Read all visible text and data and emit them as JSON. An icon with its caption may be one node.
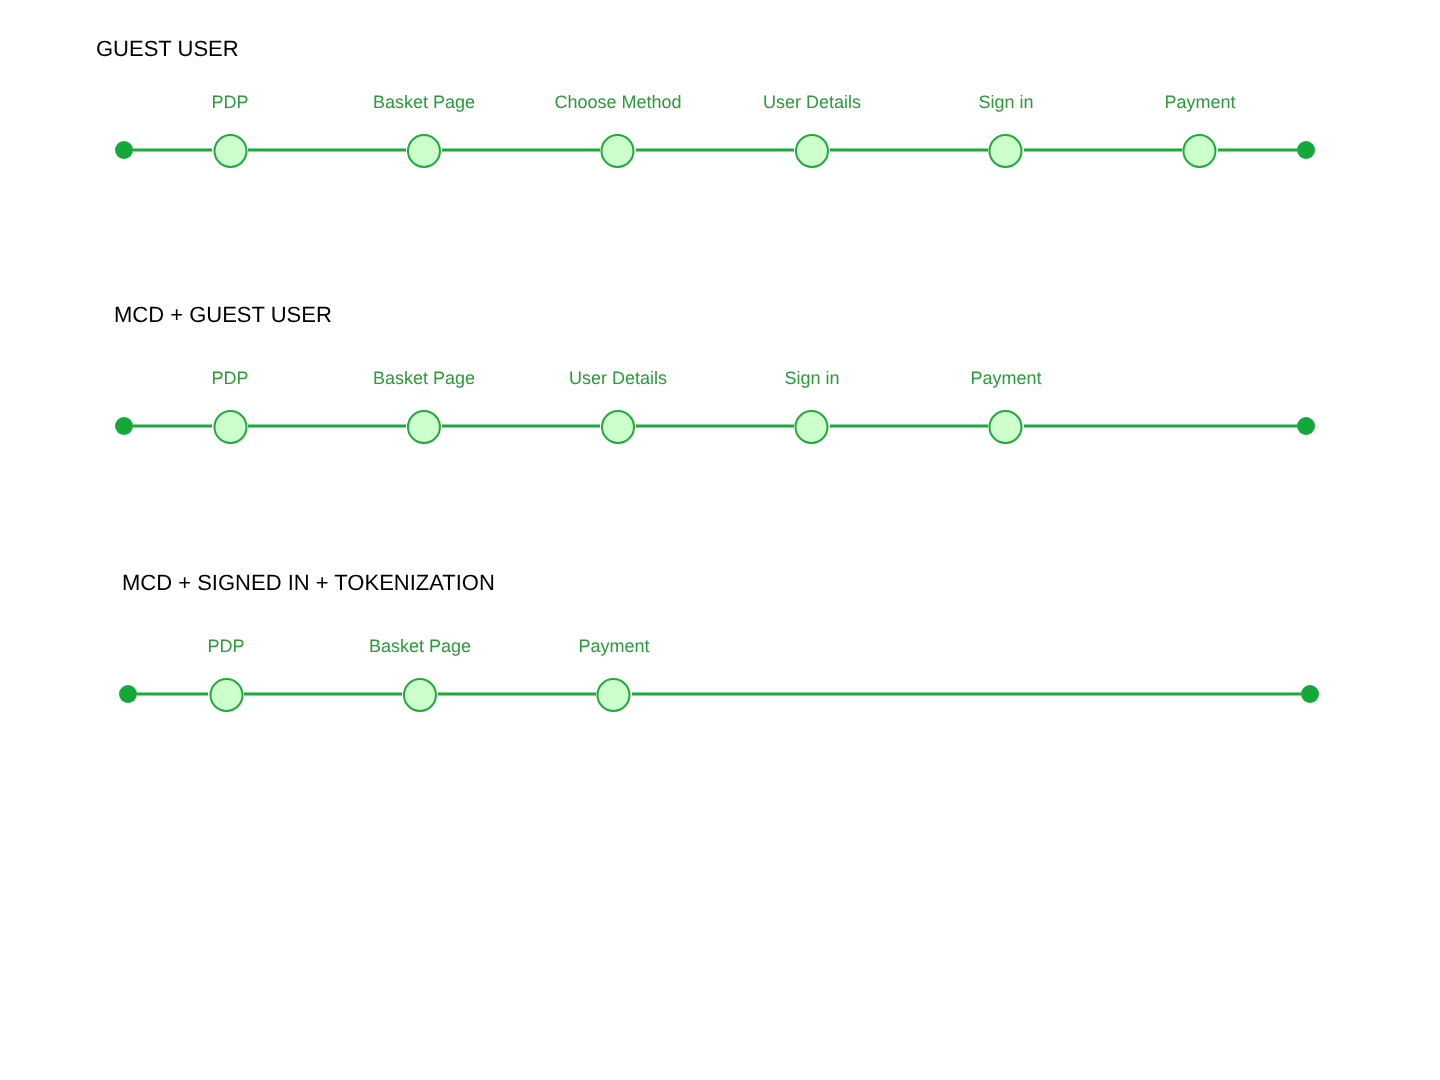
{
  "diagram": {
    "nodes": [
      {
        "text": [],
        "shape": "circle"
      },
      {
        "text": [
          "PDP"
        ]
      },
      {
        "text": [
          "Basket Page"
        ]
      },
      {
        "text": [
          "Choose Method"
        ]
      },
      {
        "text": [
          "User Details"
        ]
      },
      {
        "text": [
          "Sign in"
        ]
      },
      {
        "text": [
          "Payment"
        ]
      },
      {
        "text": [],
        "shape": "circle"
      },
      {
        "text": [],
        "shape": "circle"
      },
      {
        "text": [
          "PDP"
        ]
      },
      {
        "text": [
          "Basket Page"
        ]
      },
      {
        "text": [
          "User Details"
        ]
      },
      {
        "text": [
          "Sign in"
        ]
      },
      {
        "text": [
          "Payment"
        ]
      },
      {
        "text": [],
        "shape": "circle"
      },
      {
        "text": [],
        "shape": "circle"
      },
      {
        "text": [
          "PDP"
        ]
      },
      {
        "text": [
          "Basket Page"
        ]
      },
      {
        "text": [
          "Payment"
        ]
      },
      {
        "text": [],
        "shape": "circle"
      }
    ],
    "edges": [
      {
        "from": 0,
        "to": 1,
        "arrow": "none"
      },
      {
        "from": 1,
        "to": 2,
        "arrow": "none"
      },
      {
        "from": 2,
        "to": 3,
        "arrow": "none"
      },
      {
        "from": 3,
        "to": 4,
        "arrow": "none"
      },
      {
        "from": 4,
        "to": 5,
        "arrow": "none"
      },
      {
        "from": 5,
        "to": 6,
        "arrow": "none"
      },
      {
        "from": 6,
        "to": 7,
        "arrow": "none"
      },
      {
        "from": 8,
        "to": 9,
        "arrow": "none"
      },
      {
        "from": 9,
        "to": 10,
        "arrow": "none"
      },
      {
        "from": 10,
        "to": 11,
        "arrow": "none"
      },
      {
        "from": 11,
        "to": 12,
        "arrow": "none"
      },
      {
        "from": 12,
        "to": 13,
        "arrow": "none"
      },
      {
        "from": 13,
        "to": 14,
        "arrow": "none"
      },
      {
        "from": 15,
        "to": 16,
        "arrow": "none"
      },
      {
        "from": 16,
        "to": 17,
        "arrow": "none"
      },
      {
        "from": 17,
        "to": 18,
        "arrow": "none"
      },
      {
        "from": 18,
        "to": 19,
        "arrow": "none"
      }
    ],
    "labels": [
      "GUEST USER",
      "MCD + GUEST USER",
      "MCD + SIGNED IN + TOKENIZATION"
    ]
  }
}
